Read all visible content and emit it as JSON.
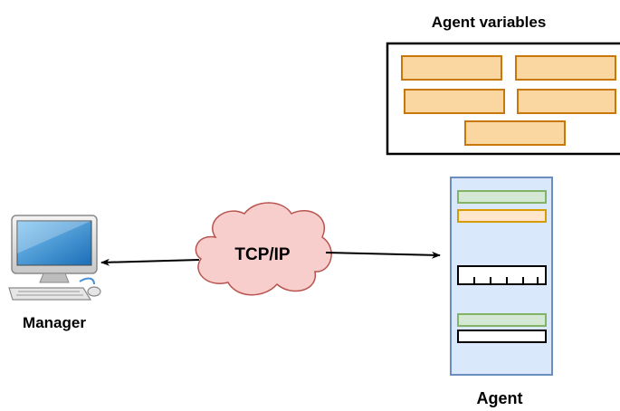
{
  "labels": {
    "agent_variables": "Agent variables",
    "manager": "Manager",
    "agent": "Agent",
    "protocol": "TCP/IP"
  },
  "nodes": {
    "manager": {
      "icon": "desktop-computer-icon"
    },
    "agent": {
      "icon": "server-rack-icon"
    },
    "network": {
      "icon": "cloud-icon"
    }
  },
  "colors": {
    "variable_fill": "#fad7a0",
    "variable_stroke": "#c8780a",
    "cloud_fill": "#f8cecc",
    "cloud_stroke": "#b85450",
    "server_fill": "#dae8fc",
    "server_stroke": "#6c8ebf",
    "green_slot_fill": "#d5e8d4",
    "green_slot_stroke": "#82b366",
    "orange_slot_fill": "#ffe6cc",
    "orange_slot_stroke": "#d79b00"
  }
}
